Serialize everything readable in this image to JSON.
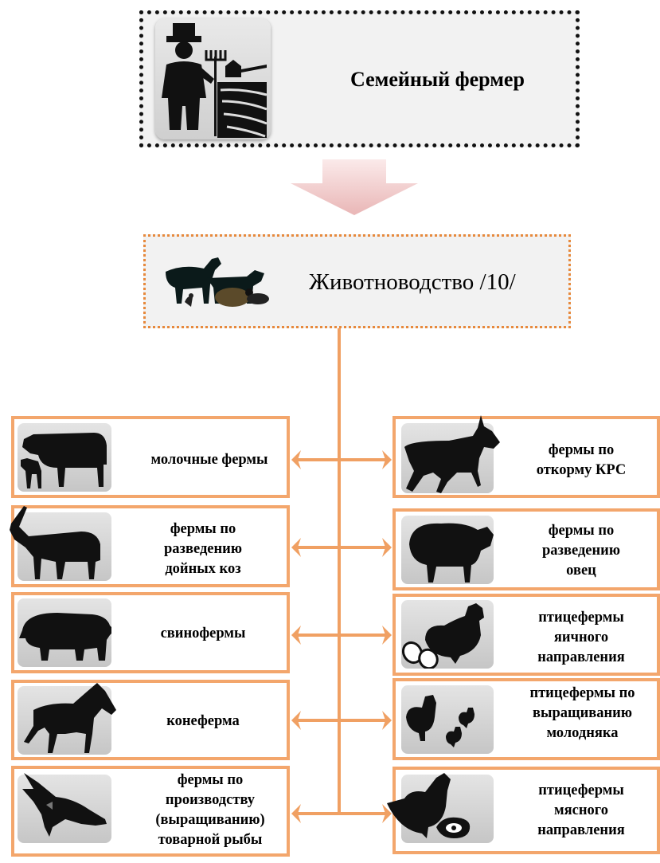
{
  "header": {
    "title": "Семейный  фермер",
    "icon": "farmer-icon"
  },
  "category": {
    "title": "Животноводство /10/",
    "icon": "livestock-group-icon"
  },
  "colors": {
    "connector": "#f0a063",
    "box_border": "#f3a66c",
    "arrow": "#f2c4c4",
    "panel": "#f2f2f2"
  },
  "farms_left": [
    {
      "lines": [
        "молочные фермы"
      ],
      "icon": "dairy-cow-icon"
    },
    {
      "lines": [
        "фермы по",
        "разведению",
        "дойных коз"
      ],
      "icon": "goat-icon"
    },
    {
      "lines": [
        "свинофермы"
      ],
      "icon": "pig-icon"
    },
    {
      "lines": [
        "конеферма"
      ],
      "icon": "horse-icon"
    },
    {
      "lines": [
        "фермы по",
        "производству",
        "(выращиванию)",
        "товарной рыбы"
      ],
      "icon": "fish-icon"
    }
  ],
  "farms_right": [
    {
      "lines": [
        "фермы по",
        "откорму КРС"
      ],
      "icon": "bull-icon"
    },
    {
      "lines": [
        "фермы по",
        "разведению",
        "овец"
      ],
      "icon": "sheep-icon"
    },
    {
      "lines": [
        "птицефермы",
        "яичного",
        "направления"
      ],
      "icon": "hen-eggs-icon"
    },
    {
      "lines": [
        "птицефермы по",
        "выращиванию",
        "молодняка"
      ],
      "icon": "chickens-icon"
    },
    {
      "lines": [
        "птицефермы",
        "мясного",
        "направления"
      ],
      "icon": "hen-meat-icon"
    }
  ]
}
